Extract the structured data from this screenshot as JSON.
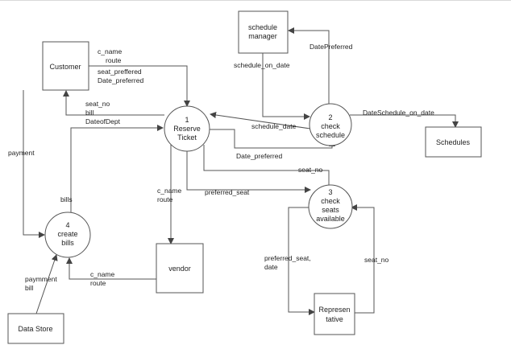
{
  "entities": {
    "customer": "Customer",
    "schedule_manager": [
      "schedule",
      "manager"
    ],
    "schedules": "Schedules",
    "vendor": "vendor",
    "representative": [
      "Represen",
      "tative"
    ],
    "data_store": "Data Store"
  },
  "processes": {
    "reserve_ticket": [
      "1",
      "Reserve",
      "Ticket"
    ],
    "check_schedule": [
      "2",
      "check",
      "schedule"
    ],
    "check_seats": [
      "3",
      "check",
      "seats",
      "available"
    ],
    "create_bills": [
      "4",
      "create",
      "bills"
    ]
  },
  "flows": {
    "customer_to_reserve": [
      "c_name",
      "route",
      "seat_preffered",
      "Date_preferred"
    ],
    "reserve_to_customer": [
      "seat_no",
      "bill",
      "DateofDept"
    ],
    "payment": "payment",
    "bills": "bills",
    "date_preferred_top": "DatePreferred",
    "schedule_on_date": "schedule_on_date",
    "schedule_date": "schedule_date",
    "date_preferred": "Date_preferred",
    "date_schedule_on_date": "DateSchedule_on_date",
    "seat_no_mid": "seat_no",
    "preferred_seat": "preferred_seat",
    "vendor_in": [
      "c_name",
      "route"
    ],
    "vendor_to_bills": [
      "c_name",
      "route"
    ],
    "paymment_bill": [
      "paymment",
      "bill"
    ],
    "preferred_seat_date": [
      "preferred_seat,",
      "date"
    ],
    "seat_no_right": "seat_no"
  }
}
